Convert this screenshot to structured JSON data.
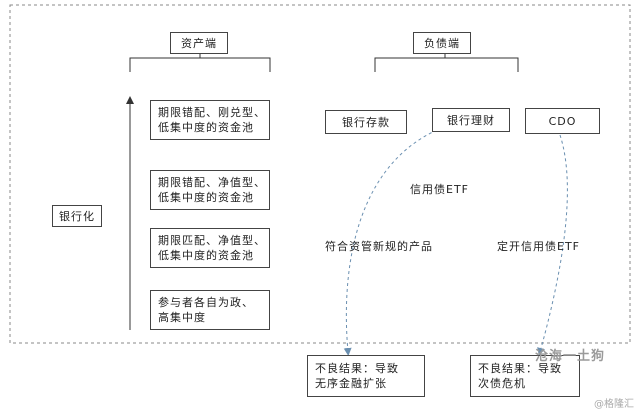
{
  "asset_side": {
    "title": "资产端",
    "stage_label": "银行化",
    "items": [
      "期限错配、刚兑型、\n低集中度的资金池",
      "期限错配、净值型、\n低集中度的资金池",
      "期限匹配、净值型、\n低集中度的资金池",
      "参与者各自为政、\n高集中度"
    ]
  },
  "liability_side": {
    "title": "负债端",
    "deposit": "银行存款",
    "wealth_mgmt": "银行理财",
    "cdo": "CDO",
    "credit_etf": "信用债ETF",
    "compliant_product": "符合资管新规的产品",
    "open_credit_etf": "定开信用债ETF"
  },
  "outcomes": {
    "left": "不良结果：导致\n无序金融扩张",
    "right": "不良结果：导致\n次债危机"
  },
  "watermark": {
    "stamp": "沧海一土狗",
    "source": "@格隆汇"
  }
}
